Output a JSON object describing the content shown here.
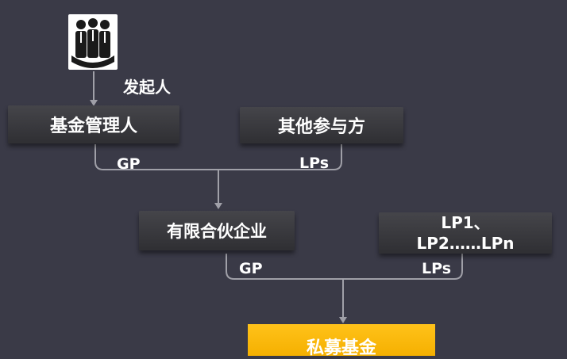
{
  "founder": {
    "icon": "people-group-icon",
    "label": "发起人"
  },
  "boxes": {
    "manager": "基金管理人",
    "other": "其他参与方",
    "partnership": "有限合伙企业",
    "lp_line1": "LP1、",
    "lp_line2": "LP2……LPn",
    "fund": "私募基金"
  },
  "labels": {
    "gp_top": "GP",
    "lps_top": "LPs",
    "gp_bottom": "GP",
    "lps_bottom": "LPs"
  },
  "colors": {
    "background": "#3a3a47",
    "box": "#3d3d42",
    "fund": "#ffc21a",
    "connector": "#a0a0a8"
  }
}
